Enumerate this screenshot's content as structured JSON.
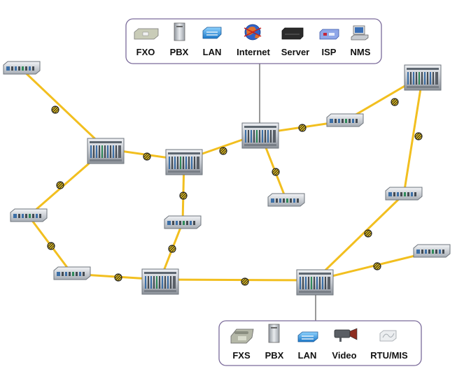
{
  "top_panel": {
    "items": [
      {
        "label": "FXO",
        "icon": "fxo-icon"
      },
      {
        "label": "PBX",
        "icon": "pbx-icon"
      },
      {
        "label": "LAN",
        "icon": "lan-switch-icon"
      },
      {
        "label": "Internet",
        "icon": "internet-globe-icon"
      },
      {
        "label": "Server",
        "icon": "server-icon"
      },
      {
        "label": "ISP",
        "icon": "isp-router-icon"
      },
      {
        "label": "NMS",
        "icon": "nms-computer-icon"
      }
    ]
  },
  "bottom_panel": {
    "items": [
      {
        "label": "FXS",
        "icon": "fxs-phone-icon"
      },
      {
        "label": "PBX",
        "icon": "pbx-icon"
      },
      {
        "label": "LAN",
        "icon": "lan-switch-icon"
      },
      {
        "label": "Video",
        "icon": "video-camera-icon"
      },
      {
        "label": "RTU/MIS",
        "icon": "rtu-mis-icon"
      }
    ]
  },
  "colors": {
    "link": "#f2bf1f",
    "panel_border": "#7a6a9a",
    "device_body": "#c8ccd2"
  }
}
